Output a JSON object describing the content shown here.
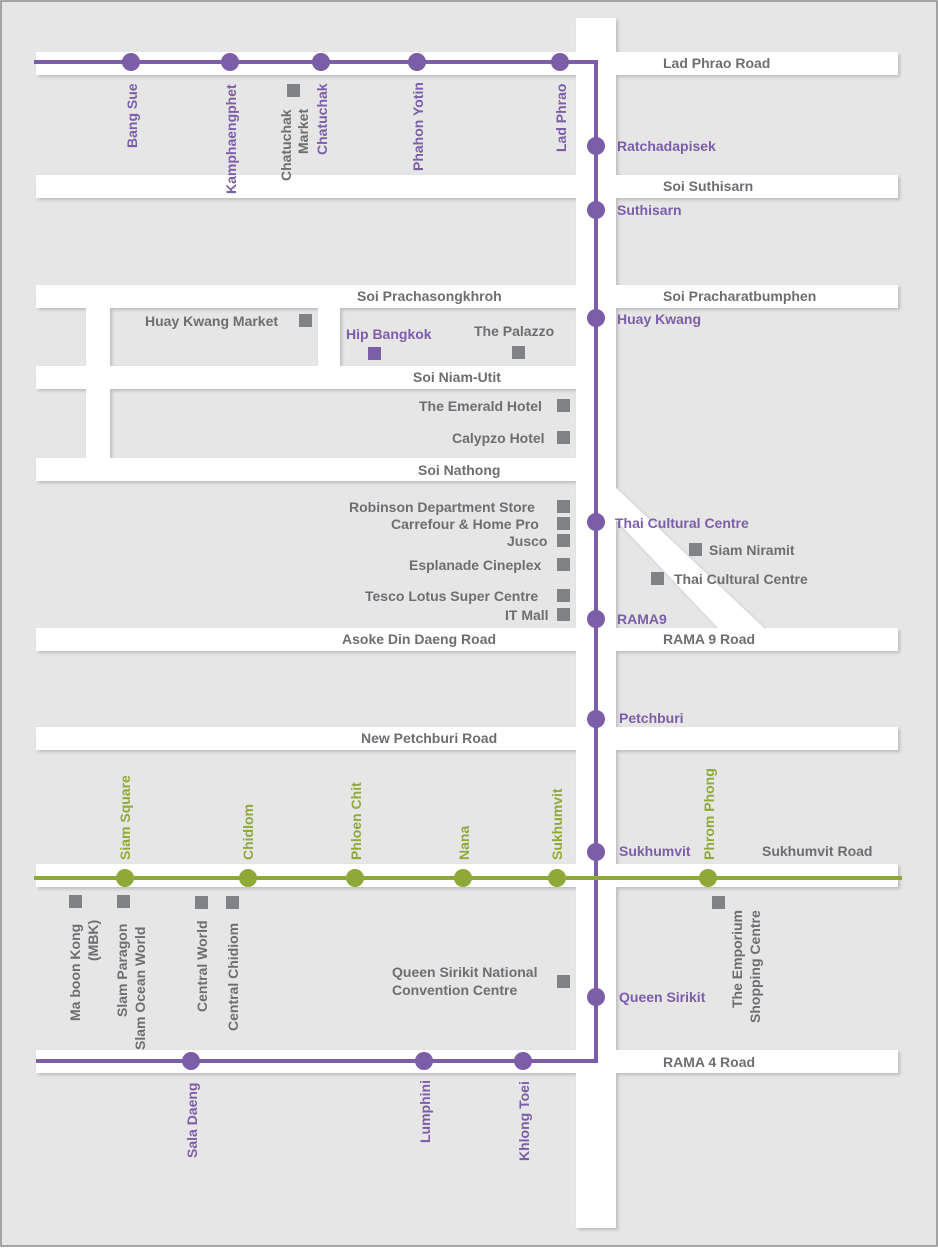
{
  "colors": {
    "page_background": "#e6e6e6",
    "frame_border": "#8a8a8a",
    "road": "#ffffff",
    "road_label": "#6d6e71",
    "landmark": "#808285",
    "mrt_line": "#7b5ea7",
    "bts_line": "#8fa939",
    "highlight_place": "#7b5ea7"
  },
  "roads": {
    "lad_phrao": "Lad Phrao  Road",
    "soi_suthisarn": "Soi Suthisarn",
    "soi_prachasongkhroh": "Soi Prachasongkhroh",
    "soi_pracharatbumphen": "Soi Pracharatbumphen",
    "soi_niam_utit": "Soi Niam-Utit",
    "soi_nathong": "Soi Nathong",
    "asoke_din_daeng": "Asoke Din Daeng Road",
    "rama9_road": "RAMA 9 Road",
    "new_petchburi": "New Petchburi Road",
    "sukhumvit_road": "Sukhumvit Road",
    "rama4_road": "RAMA 4 Road"
  },
  "mrt_stations": {
    "bang_sue": "Bang Sue",
    "kamphaengphet": "Kamphaengphet",
    "chatuchak": "Chatuchak",
    "phahon_yotin": "Phahon Yotin",
    "lad_phrao": "Lad Phrao",
    "ratchadapisek": "Ratchadapisek",
    "suthisarn": "Suthisarn",
    "huay_kwang": "Huay Kwang",
    "thai_cultural_centre": "Thai Cultural Centre",
    "rama9": "RAMA9",
    "petchburi": "Petchburi",
    "sukhumvit": "Sukhumvit",
    "queen_sirikit": "Queen Sirikit",
    "sala_daeng": "Sala Daeng",
    "lumphini": "Lumphini",
    "khlong_toei": "Khlong Toei"
  },
  "bts_stations": {
    "siam_square": "Siam Square",
    "chidlom": "Chidlom",
    "phloen_chit": "Phloen Chit",
    "nana": "Nana",
    "sukhumvit": "Sukhumvit",
    "phrom_phong": "Phrom Phong"
  },
  "places": {
    "chatuchak_market_line1": "Chatuchak",
    "chatuchak_market_line2": "Market",
    "huay_kwang_market": "Huay Kwang Market",
    "hip_bangkok": "Hip Bangkok",
    "the_palazzo": "The Palazzo",
    "emerald_hotel": "The Emerald Hotel",
    "calypzo_hotel": "Calypzo Hotel",
    "robinson": "Robinson Department Store",
    "carrefour": "Carrefour & Home Pro",
    "jusco": "Jusco",
    "esplanade": "Esplanade Cineplex",
    "tesco_lotus": "Tesco Lotus Super Centre",
    "it_mall": "IT Mall",
    "siam_niramit": "Siam Niramit",
    "thai_cultural_centre": "Thai Cultural Centre",
    "mbk_line1": "Ma boon Kong",
    "mbk_line2": "(MBK)",
    "siam_paragon": "Slam Paragon",
    "siam_ocean_world": "Slam Ocean World",
    "central_world": "Central World",
    "central_chidlom": "Central Chidiom",
    "qsncc_line1": "Queen Sirikit National",
    "qsncc_line2": "Convention Centre",
    "emporium_line1": "The Emporium",
    "emporium_line2": "Shopping Centre"
  }
}
